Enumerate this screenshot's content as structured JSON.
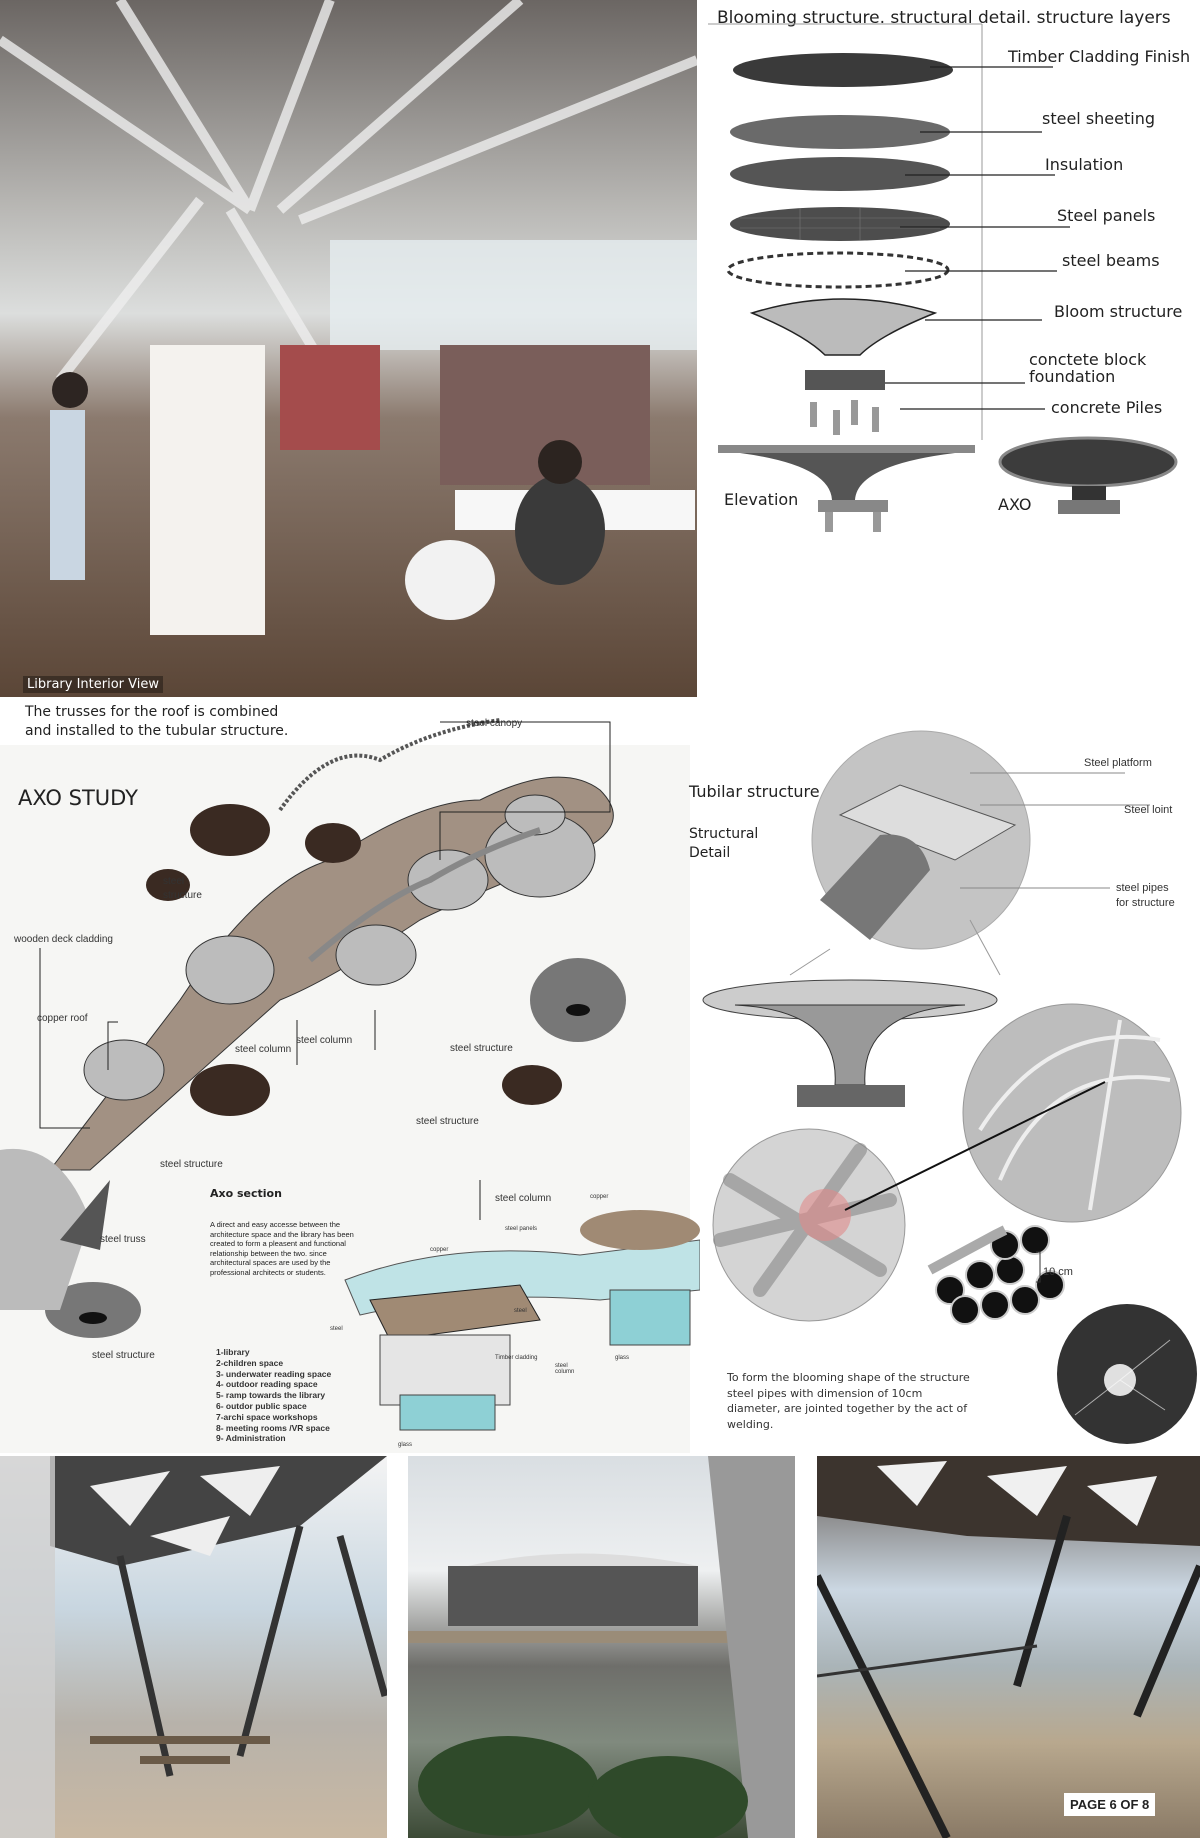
{
  "interior": {
    "label": "Library Interior View"
  },
  "layers": {
    "title": "Blooming structure. structural detail. structure layers",
    "items": [
      "Timber Cladding Finish",
      "steel sheeting",
      "Insulation",
      "Steel panels",
      "steel beams",
      "Bloom structure",
      "conctete block",
      "foundation",
      "concrete Piles"
    ],
    "elevation": "Elevation",
    "axo": "AXO"
  },
  "axo_study": {
    "caption_1": "The trusses for the roof is combined",
    "caption_2": "and installed to the tubular structure.",
    "title": "AXO STUDY",
    "labels": {
      "steel_canopy": "steel canopy",
      "steel_structure_a1": "steel",
      "steel_structure_a2": "structure",
      "wooden_deck": "wooden deck cladding",
      "copper_roof": "copper roof",
      "steel_column": "steel column",
      "steel_structure": "steel structure",
      "steel_truss": "steel truss"
    },
    "section_title": "Axo section",
    "section_text": "A direct and easy accesse between the architecture space and the library has been created to form a pleasent  and functional relationship between the two. since architectural spaces are used by the professional architects or students.",
    "section_labels": {
      "copper": "copper",
      "steel_panels": "steel panels",
      "steel": "steel",
      "timber": "Timber cladding",
      "steel_column": "steel column",
      "glass": "glass"
    },
    "spaces": [
      "1-library",
      "2-children space",
      "3- underwater reading space",
      "4- outdoor reading space",
      "5- ramp towards the library",
      "6- outdor public space",
      "7-archi space workshops",
      "8- meeting rooms /VR space",
      "9- Administration"
    ]
  },
  "tubular": {
    "title": "Tubilar structure",
    "sub_1": "Structural",
    "sub_2": "Detail",
    "platform": "Steel platform",
    "joint": "Steel loint",
    "pipes_1": "steel pipes",
    "pipes_2": "for structure",
    "dimension": "10 cm",
    "text": "To form the blooming shape of the structure steel pipes with dimension of 10cm diameter, are jointed together by the act of welding."
  },
  "footer": {
    "page": "PAGE 6 OF 8"
  }
}
